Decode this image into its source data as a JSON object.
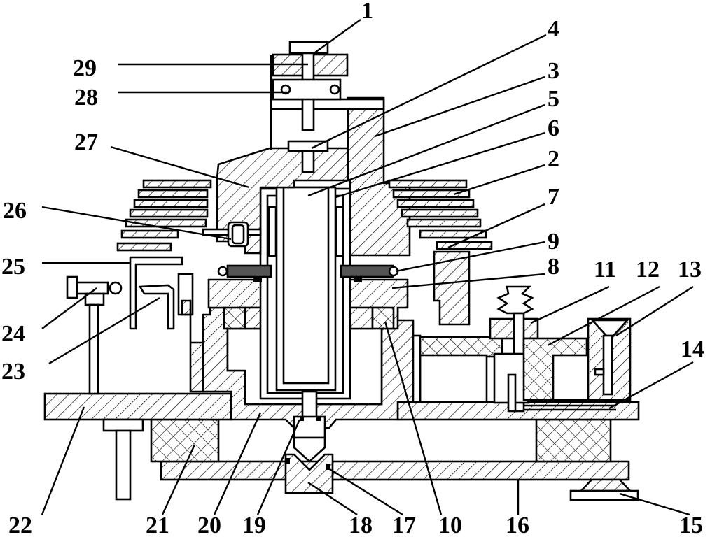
{
  "callouts": {
    "n1": "1",
    "n2": "2",
    "n3": "3",
    "n4": "4",
    "n5": "5",
    "n6": "6",
    "n7": "7",
    "n8": "8",
    "n9": "9",
    "n10": "10",
    "n11": "11",
    "n12": "12",
    "n13": "13",
    "n14": "14",
    "n15": "15",
    "n16": "16",
    "n17": "17",
    "n18": "18",
    "n19": "19",
    "n20": "20",
    "n21": "21",
    "n22": "22",
    "n23": "23",
    "n24": "24",
    "n25": "25",
    "n26": "26",
    "n27": "27",
    "n28": "28",
    "n29": "29"
  }
}
